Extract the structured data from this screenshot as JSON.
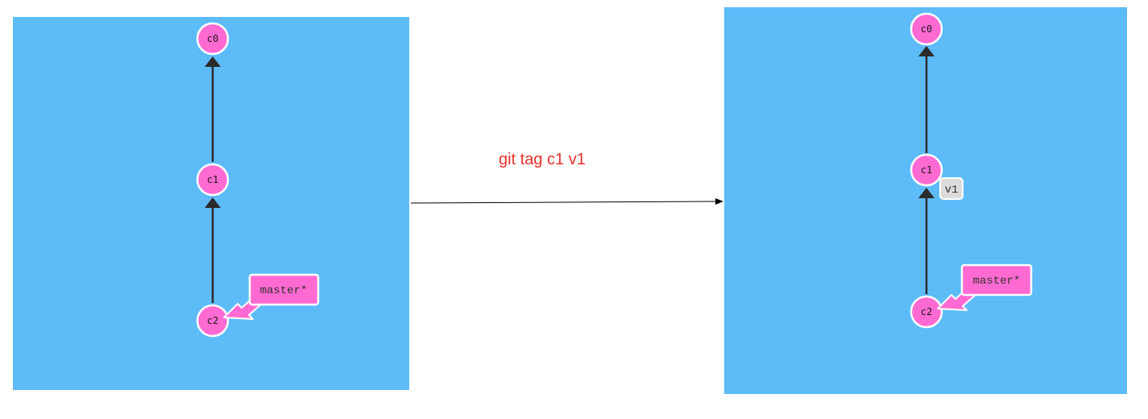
{
  "command": "git tag c1 v1",
  "before": {
    "commits": [
      {
        "id": "c0",
        "label": "c0"
      },
      {
        "id": "c1",
        "label": "c1"
      },
      {
        "id": "c2",
        "label": "c2"
      }
    ],
    "branch": {
      "label": "master*",
      "points_to": "c2"
    }
  },
  "after": {
    "commits": [
      {
        "id": "c0",
        "label": "c0"
      },
      {
        "id": "c1",
        "label": "c1"
      },
      {
        "id": "c2",
        "label": "c2"
      }
    ],
    "branch": {
      "label": "master*",
      "points_to": "c2"
    },
    "tag": {
      "label": "v1",
      "points_to": "c1"
    }
  },
  "colors": {
    "panel_background": "#5dbbf8",
    "commit_fill": "#fe6ad2",
    "commit_stroke": "#ffffff",
    "branch_fill": "#fe6ad2",
    "tag_fill": "#dcdcdc",
    "edge": "#2b2b2b",
    "command_text": "#e8302a",
    "transition_arrow": "#000000"
  }
}
